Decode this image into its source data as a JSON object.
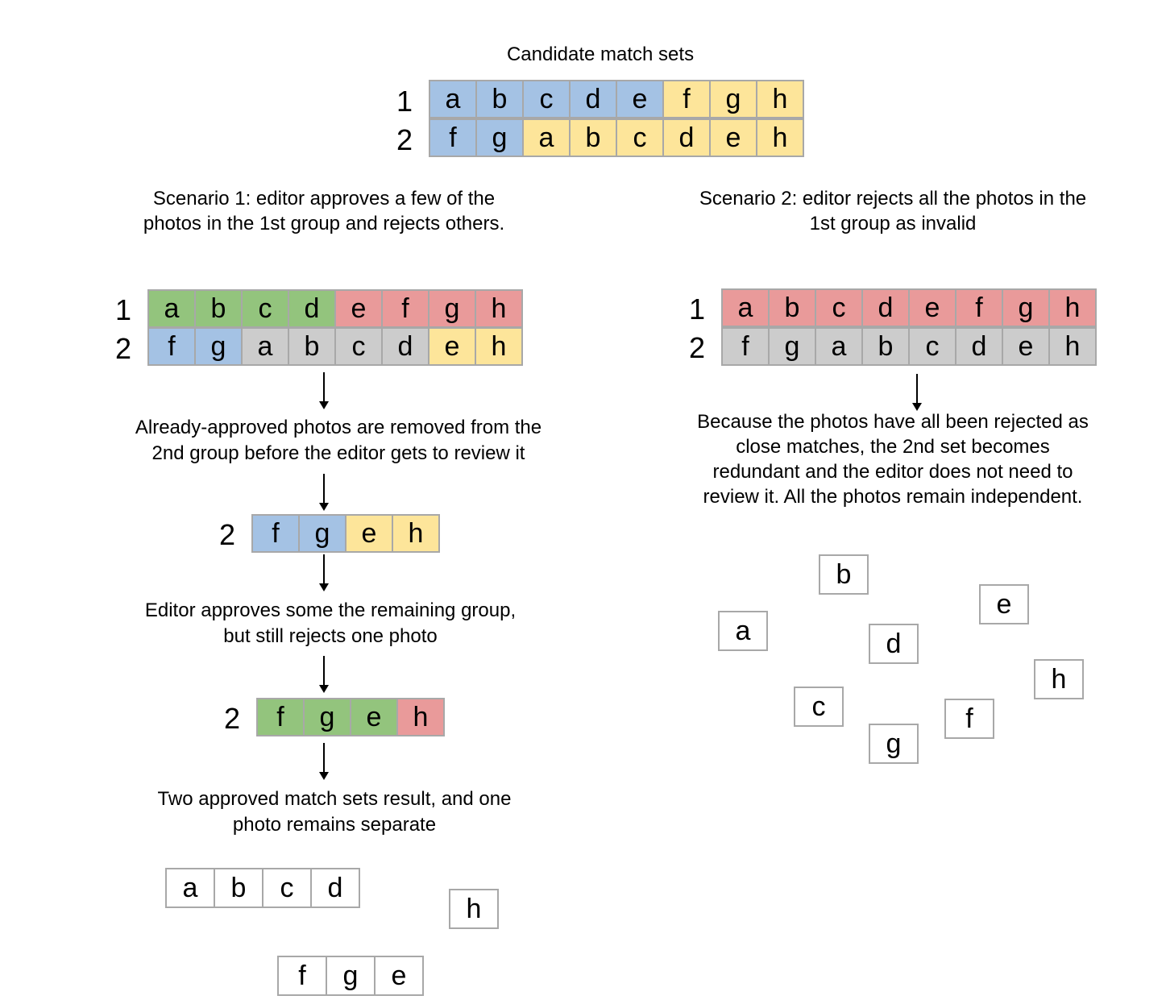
{
  "colors": {
    "blue": "#a4c2e4",
    "yellow": "#fde59a",
    "green": "#93c47d",
    "red": "#e99a9a",
    "grey": "#cccccc",
    "border": "#a8a8a8"
  },
  "top": {
    "title": "Candidate match sets",
    "rows": [
      {
        "label": "1",
        "cells": [
          {
            "t": "a",
            "c": "blue"
          },
          {
            "t": "b",
            "c": "blue"
          },
          {
            "t": "c",
            "c": "blue"
          },
          {
            "t": "d",
            "c": "blue"
          },
          {
            "t": "e",
            "c": "blue"
          },
          {
            "t": "f",
            "c": "yellow"
          },
          {
            "t": "g",
            "c": "yellow"
          },
          {
            "t": "h",
            "c": "yellow"
          }
        ]
      },
      {
        "label": "2",
        "cells": [
          {
            "t": "f",
            "c": "blue"
          },
          {
            "t": "g",
            "c": "blue"
          },
          {
            "t": "a",
            "c": "yellow"
          },
          {
            "t": "b",
            "c": "yellow"
          },
          {
            "t": "c",
            "c": "yellow"
          },
          {
            "t": "d",
            "c": "yellow"
          },
          {
            "t": "e",
            "c": "yellow"
          },
          {
            "t": "h",
            "c": "yellow"
          }
        ]
      }
    ]
  },
  "scenario1": {
    "heading_line1": "Scenario 1: editor approves a few of the",
    "heading_line2": "photos in the 1st group and rejects others.",
    "rows": [
      {
        "label": "1",
        "cells": [
          {
            "t": "a",
            "c": "green"
          },
          {
            "t": "b",
            "c": "green"
          },
          {
            "t": "c",
            "c": "green"
          },
          {
            "t": "d",
            "c": "green"
          },
          {
            "t": "e",
            "c": "red"
          },
          {
            "t": "f",
            "c": "red"
          },
          {
            "t": "g",
            "c": "red"
          },
          {
            "t": "h",
            "c": "red"
          }
        ]
      },
      {
        "label": "2",
        "cells": [
          {
            "t": "f",
            "c": "blue"
          },
          {
            "t": "g",
            "c": "blue"
          },
          {
            "t": "a",
            "c": "grey"
          },
          {
            "t": "b",
            "c": "grey"
          },
          {
            "t": "c",
            "c": "grey"
          },
          {
            "t": "d",
            "c": "grey"
          },
          {
            "t": "e",
            "c": "yellow"
          },
          {
            "t": "h",
            "c": "yellow"
          }
        ]
      }
    ],
    "step1_line1": "Already-approved photos are removed from the",
    "step1_line2": "2nd group before the editor gets to review it",
    "reduced_row": {
      "label": "2",
      "cells": [
        {
          "t": "f",
          "c": "blue"
        },
        {
          "t": "g",
          "c": "blue"
        },
        {
          "t": "e",
          "c": "yellow"
        },
        {
          "t": "h",
          "c": "yellow"
        }
      ]
    },
    "step2_line1": "Editor approves some the remaining group,",
    "step2_line2": "but still rejects one photo",
    "reviewed_row": {
      "label": "2",
      "cells": [
        {
          "t": "f",
          "c": "green"
        },
        {
          "t": "g",
          "c": "green"
        },
        {
          "t": "e",
          "c": "green"
        },
        {
          "t": "h",
          "c": "red"
        }
      ]
    },
    "step3_line1": "Two approved match sets result, and one",
    "step3_line2": "photo remains separate",
    "result_set_a": [
      "a",
      "b",
      "c",
      "d"
    ],
    "result_set_b": [
      "f",
      "g",
      "e"
    ],
    "result_single": "h"
  },
  "scenario2": {
    "heading_line1": "Scenario 2: editor rejects all the photos in the",
    "heading_line2": "1st group as invalid",
    "rows": [
      {
        "label": "1",
        "cells": [
          {
            "t": "a",
            "c": "red"
          },
          {
            "t": "b",
            "c": "red"
          },
          {
            "t": "c",
            "c": "red"
          },
          {
            "t": "d",
            "c": "red"
          },
          {
            "t": "e",
            "c": "red"
          },
          {
            "t": "f",
            "c": "red"
          },
          {
            "t": "g",
            "c": "red"
          },
          {
            "t": "h",
            "c": "red"
          }
        ]
      },
      {
        "label": "2",
        "cells": [
          {
            "t": "f",
            "c": "grey"
          },
          {
            "t": "g",
            "c": "grey"
          },
          {
            "t": "a",
            "c": "grey"
          },
          {
            "t": "b",
            "c": "grey"
          },
          {
            "t": "c",
            "c": "grey"
          },
          {
            "t": "d",
            "c": "grey"
          },
          {
            "t": "e",
            "c": "grey"
          },
          {
            "t": "h",
            "c": "grey"
          }
        ]
      }
    ],
    "explain_line1": "Because the photos have all been rejected as",
    "explain_line2": "close matches, the 2nd set becomes",
    "explain_line3": "redundant and the editor does not need to",
    "explain_line4": "review it. All the photos remain independent.",
    "scattered": [
      "a",
      "b",
      "c",
      "d",
      "e",
      "f",
      "g",
      "h"
    ]
  }
}
